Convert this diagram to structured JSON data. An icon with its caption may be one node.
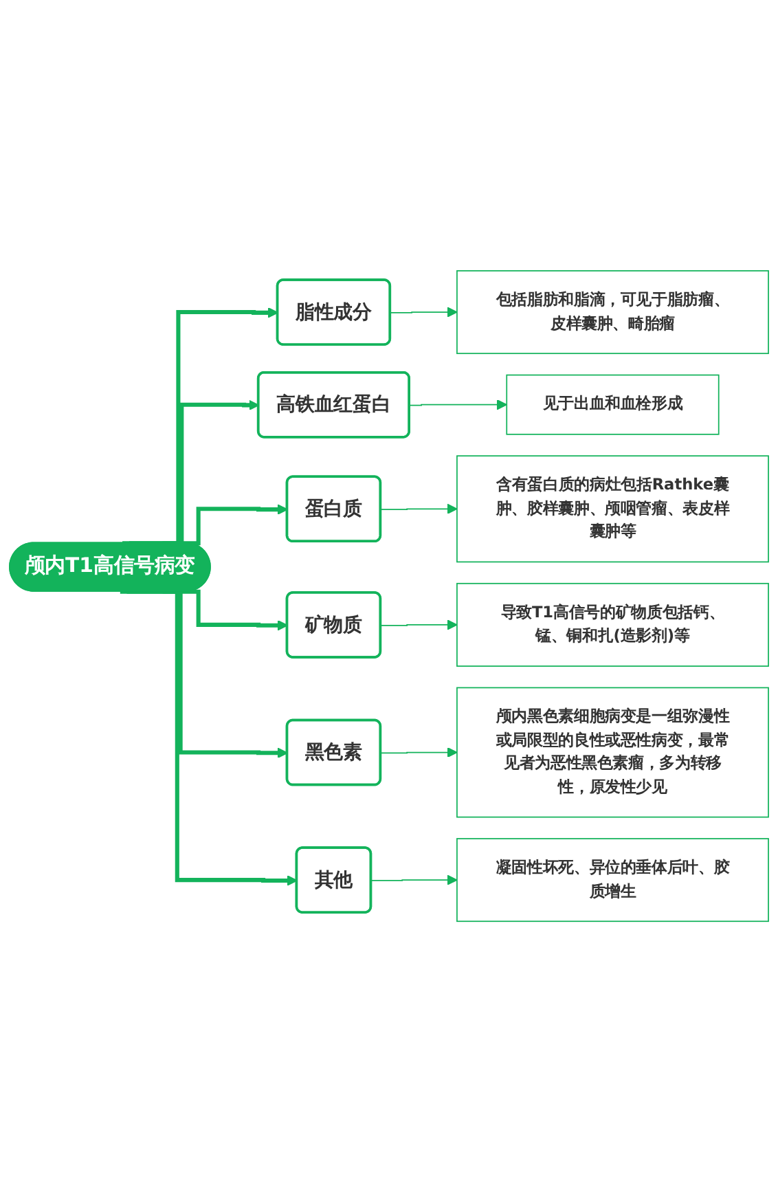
{
  "diagram": {
    "nodes": [
      {
        "text": [
          "颅内T1高信号病变"
        ]
      },
      {
        "text": [
          "脂性成分"
        ]
      },
      {
        "text": [
          "包括脂肪和脂滴，可见于脂肪瘤、皮样囊肿、畸胎瘤"
        ]
      },
      {
        "text": [
          "高铁血红蛋白"
        ]
      },
      {
        "text": [
          "见于出血和血栓形成"
        ]
      },
      {
        "text": [
          "蛋白质"
        ]
      },
      {
        "text": [
          "含有蛋白质的病灶包括Rathke囊肿、胶样囊肿、颅咽管瘤、表皮样囊肿等"
        ]
      },
      {
        "text": [
          "矿物质"
        ]
      },
      {
        "text": [
          "导致T1高信号的矿物质包括钙、锰、铜和扎(造影剂)等"
        ]
      },
      {
        "text": [
          "黑色素"
        ]
      },
      {
        "text": [
          "颅内黑色素细胞病变是一组弥漫性或局限型的良性或恶性病变，最常见者为恶性黑色素瘤，多为转移性，原发性少见"
        ]
      },
      {
        "text": [
          "其他"
        ]
      },
      {
        "text": [
          "凝固性坏死、异位的垂体后叶、胶质增生"
        ]
      }
    ],
    "edges": [
      {
        "from": 0,
        "to": 1,
        "arrow": "to",
        "style": "thick"
      },
      {
        "from": 1,
        "to": 2,
        "arrow": "to"
      },
      {
        "from": 0,
        "to": 3,
        "arrow": "to",
        "style": "thick"
      },
      {
        "from": 3,
        "to": 4,
        "arrow": "to"
      },
      {
        "from": 0,
        "to": 5,
        "arrow": "to",
        "style": "thick"
      },
      {
        "from": 5,
        "to": 6,
        "arrow": "to"
      },
      {
        "from": 0,
        "to": 7,
        "arrow": "to",
        "style": "thick"
      },
      {
        "from": 7,
        "to": 8,
        "arrow": "to"
      },
      {
        "from": 0,
        "to": 9,
        "arrow": "to",
        "style": "thick"
      },
      {
        "from": 9,
        "to": 10,
        "arrow": "to"
      },
      {
        "from": 0,
        "to": 11,
        "arrow": "to",
        "style": "thick"
      },
      {
        "from": 11,
        "to": 12,
        "arrow": "to"
      }
    ]
  }
}
